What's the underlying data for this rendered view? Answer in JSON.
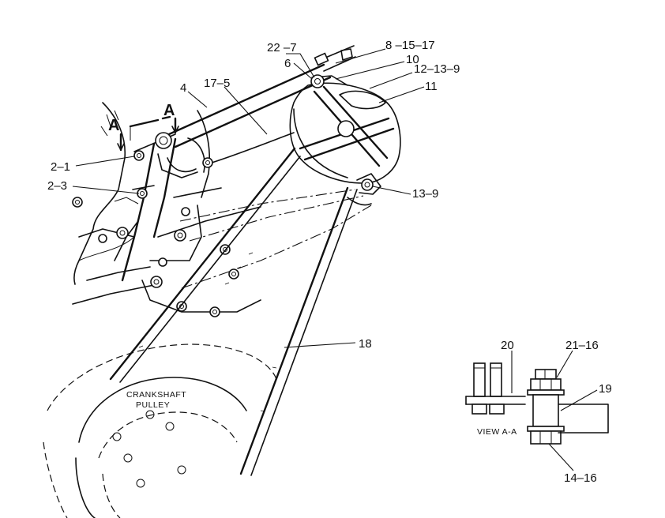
{
  "callouts": {
    "c22_7": "22 –7",
    "c8_15_17": "8 –15–17",
    "c6": "6",
    "c10": "10",
    "c12_13_9": "12–13–9",
    "c11": "11",
    "c4": "4",
    "c17_5": "17–5",
    "c2_1": "2–1",
    "c2_3": "2–3",
    "c13_9": "13–9",
    "c18": "18",
    "c20": "20",
    "c21_16": "21–16",
    "c19": "19",
    "c14_16": "14–16"
  },
  "section_marks": {
    "a_left": "A",
    "a_right": "A"
  },
  "pulley_label": {
    "line1": "CRANKSHAFT",
    "line2": "PULLEY"
  },
  "view_label": "VIEW  A-A"
}
